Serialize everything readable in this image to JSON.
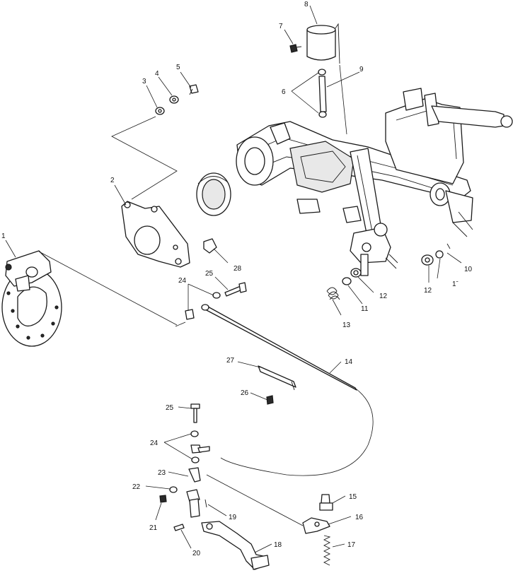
{
  "diagram": {
    "type": "exploded-parts-view",
    "callouts": [
      {
        "id": "c1",
        "label": "1"
      },
      {
        "id": "c2",
        "label": "2"
      },
      {
        "id": "c3",
        "label": "3"
      },
      {
        "id": "c4",
        "label": "4"
      },
      {
        "id": "c5",
        "label": "5"
      },
      {
        "id": "c6",
        "label": "6"
      },
      {
        "id": "c7",
        "label": "7"
      },
      {
        "id": "c8",
        "label": "8"
      },
      {
        "id": "c9",
        "label": "9"
      },
      {
        "id": "c10",
        "label": "10"
      },
      {
        "id": "c11a",
        "label": "1ˉ"
      },
      {
        "id": "c11b",
        "label": "11"
      },
      {
        "id": "c12a",
        "label": "12"
      },
      {
        "id": "c12b",
        "label": "12"
      },
      {
        "id": "c13",
        "label": "13"
      },
      {
        "id": "c14",
        "label": "14"
      },
      {
        "id": "c15",
        "label": "15"
      },
      {
        "id": "c16",
        "label": "16"
      },
      {
        "id": "c17",
        "label": "17"
      },
      {
        "id": "c18",
        "label": "18"
      },
      {
        "id": "c19",
        "label": "19"
      },
      {
        "id": "c20",
        "label": "20"
      },
      {
        "id": "c21",
        "label": "21"
      },
      {
        "id": "c22",
        "label": "22"
      },
      {
        "id": "c23",
        "label": "23"
      },
      {
        "id": "c24a",
        "label": "24"
      },
      {
        "id": "c24b",
        "label": "24"
      },
      {
        "id": "c25a",
        "label": "25"
      },
      {
        "id": "c25b",
        "label": "25"
      },
      {
        "id": "c26",
        "label": "26"
      },
      {
        "id": "c27",
        "label": "27"
      },
      {
        "id": "c28",
        "label": "28"
      }
    ]
  }
}
